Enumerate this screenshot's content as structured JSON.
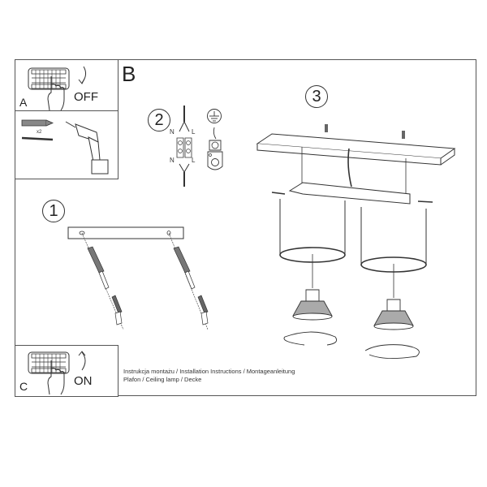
{
  "document": {
    "type": "installation-instructions-sheet"
  },
  "panels": {
    "a": {
      "letter": "A",
      "action": "OFF"
    },
    "tools": {
      "quantity": "x2"
    },
    "b": {
      "letter": "B"
    },
    "c": {
      "letter": "C",
      "action": "ON"
    }
  },
  "steps": {
    "step1": {
      "number": "1"
    },
    "step2": {
      "number": "2",
      "wire_labels": {
        "top_left": "N",
        "top_right": "L",
        "bottom_left": "N",
        "bottom_right": "L"
      },
      "ground_symbol": "earth-ground-icon"
    },
    "step3": {
      "number": "3"
    }
  },
  "caption": {
    "line1": "Instrukcja montażu / Installation Instructions / Montageanleitung",
    "line2": "Plafon / Ceiling lamp / Decke"
  },
  "colors": {
    "line": "#555555",
    "ink": "#222222",
    "background": "#ffffff"
  }
}
